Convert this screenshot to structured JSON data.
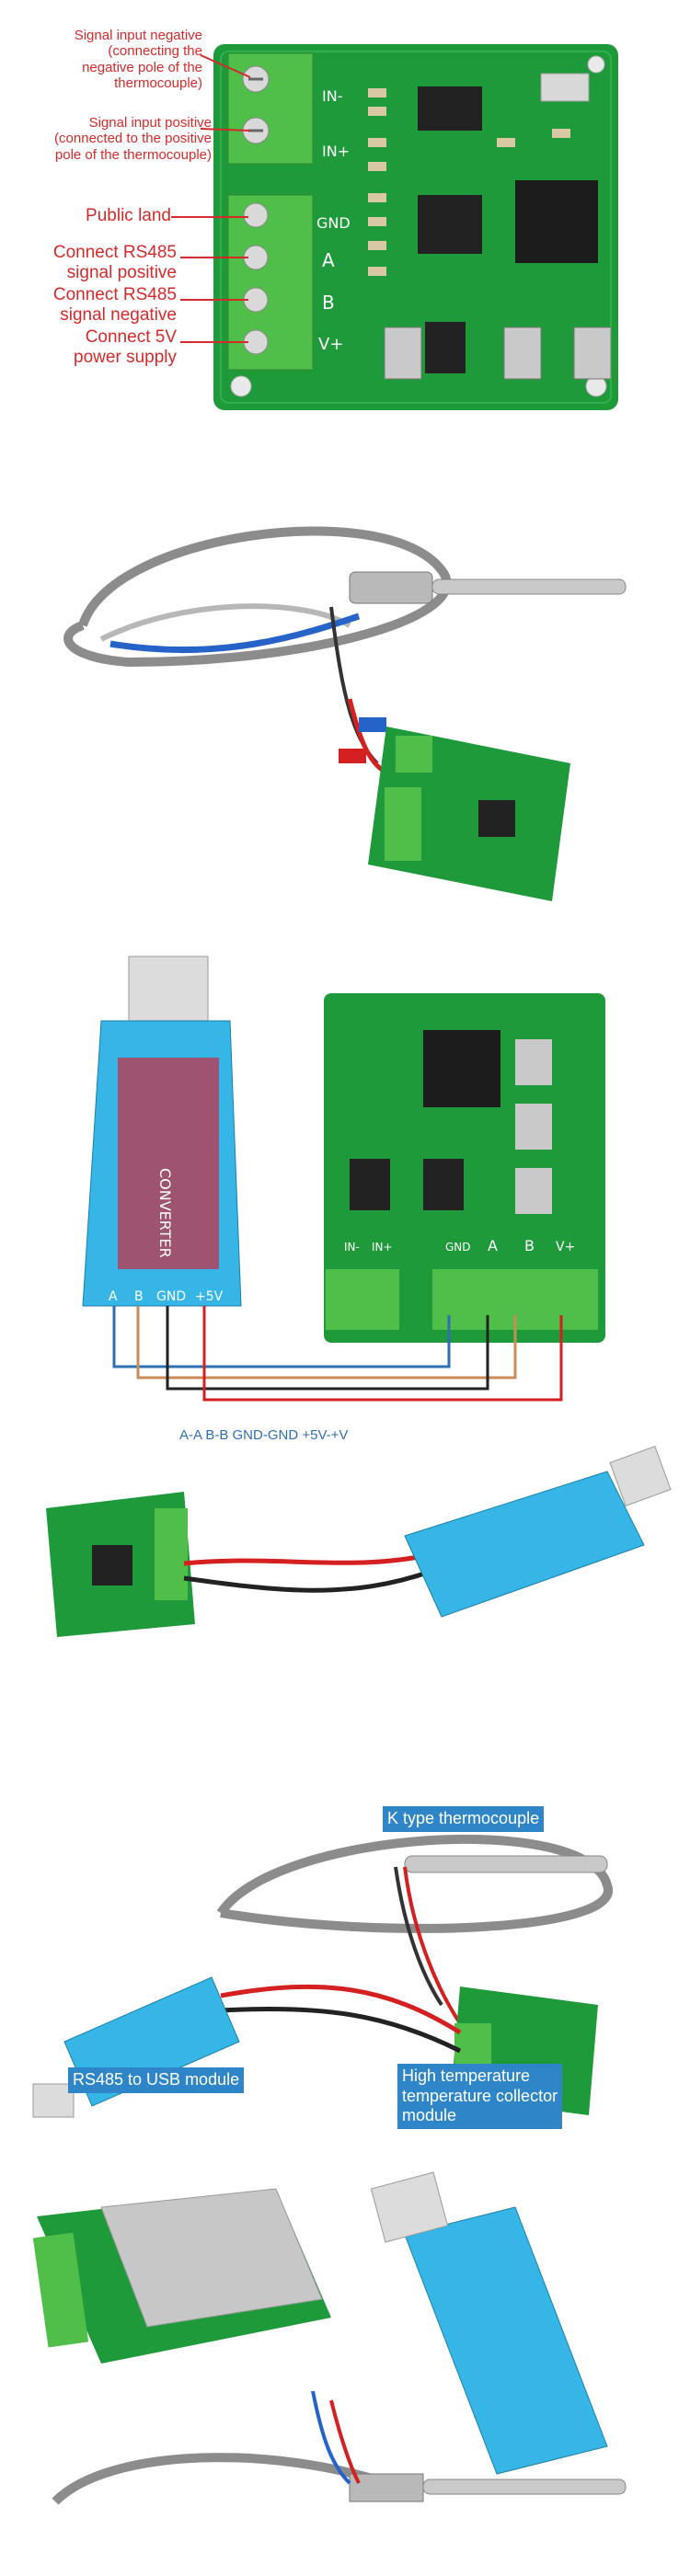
{
  "panel1": {
    "labels": {
      "signal_negative": [
        "Signal input negative",
        "(connecting the",
        "negative pole of the",
        "thermocouple)"
      ],
      "signal_positive": [
        "Signal input positive",
        "(connected to the positive",
        "pole of the thermocouple)"
      ],
      "public_land": "Public land",
      "rs485_positive": [
        "Connect RS485",
        "signal positive"
      ],
      "rs485_negative": [
        "Connect RS485",
        "signal negative"
      ],
      "power_5v": [
        "Connect 5V",
        "power supply"
      ]
    },
    "board_marks": {
      "in_minus": "IN-",
      "in_plus": "IN+",
      "gnd": "GND",
      "a": "A",
      "b": "B",
      "vplus": "V+"
    }
  },
  "panel3": {
    "converter_text": "CONVERTER",
    "pins": [
      "A",
      "B",
      "GND",
      "+5V"
    ],
    "board_pins": [
      "IN-",
      "IN+",
      "GND",
      "A",
      "B",
      "V+"
    ]
  },
  "panel4": {
    "wiring": "A-A   B-B   GND-GND   +5V-+V"
  },
  "panel5": {
    "tag_thermocouple": "K type thermocouple",
    "tag_usb": "RS485 to USB module",
    "tag_collector": [
      "High temperature",
      "temperature collector",
      "module"
    ]
  },
  "colors": {
    "pcb_green": "#1f9a3a",
    "terminal_green": "#4fbf4a",
    "usb_blue": "#36b6e6",
    "label_red": "#d42a2a",
    "tag_blue": "#2e86c9"
  }
}
